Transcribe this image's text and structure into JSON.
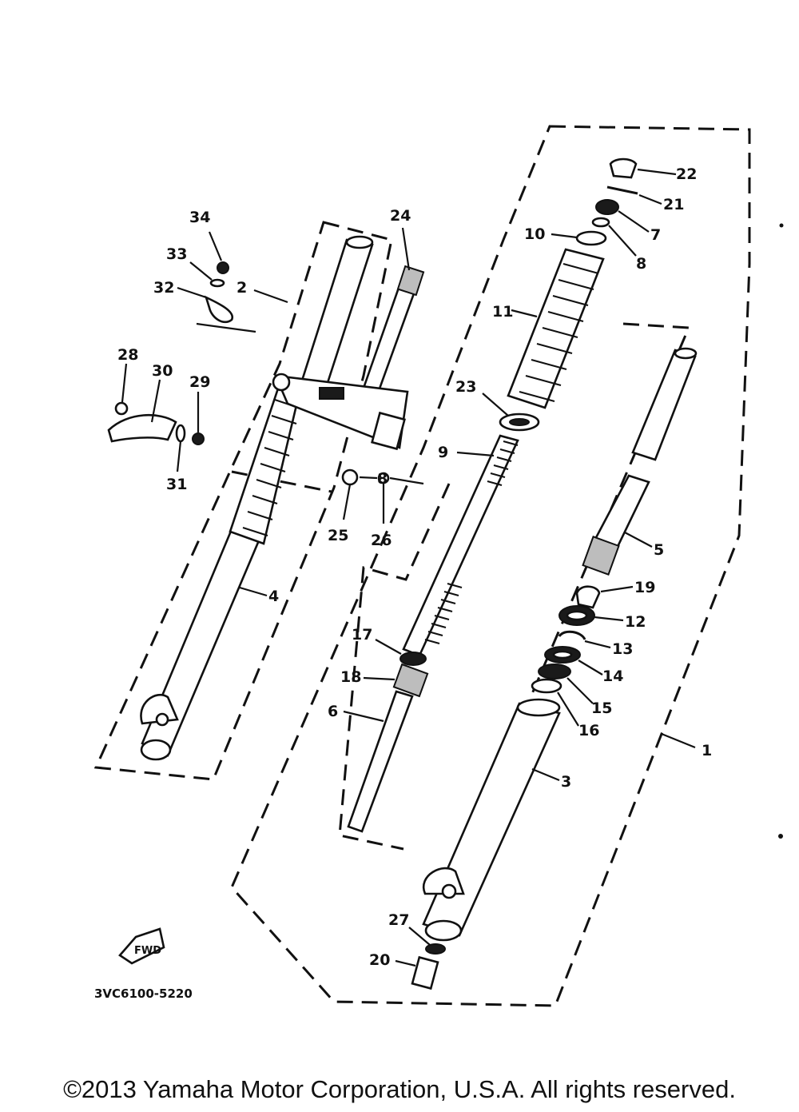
{
  "diagram_code": "3VC6100-5220",
  "copyright": "©2013 Yamaha Motor Corporation, U.S.A. All rights reserved.",
  "direction_badge": "FWD",
  "callouts": {
    "c1": "1",
    "c2": "2",
    "c3": "3",
    "c4": "4",
    "c5": "5",
    "c6": "6",
    "c7": "7",
    "c8a": "8",
    "c8b": "8",
    "c9": "9",
    "c10": "10",
    "c11": "11",
    "c12": "12",
    "c13": "13",
    "c14": "14",
    "c15": "15",
    "c16": "16",
    "c17": "17",
    "c18": "18",
    "c19": "19",
    "c20": "20",
    "c21": "21",
    "c22": "22",
    "c23": "23",
    "c24": "24",
    "c25": "25",
    "c26": "26",
    "c27": "27",
    "c28": "28",
    "c29": "29",
    "c30": "30",
    "c31": "31",
    "c32": "32",
    "c33": "33",
    "c34": "34"
  }
}
